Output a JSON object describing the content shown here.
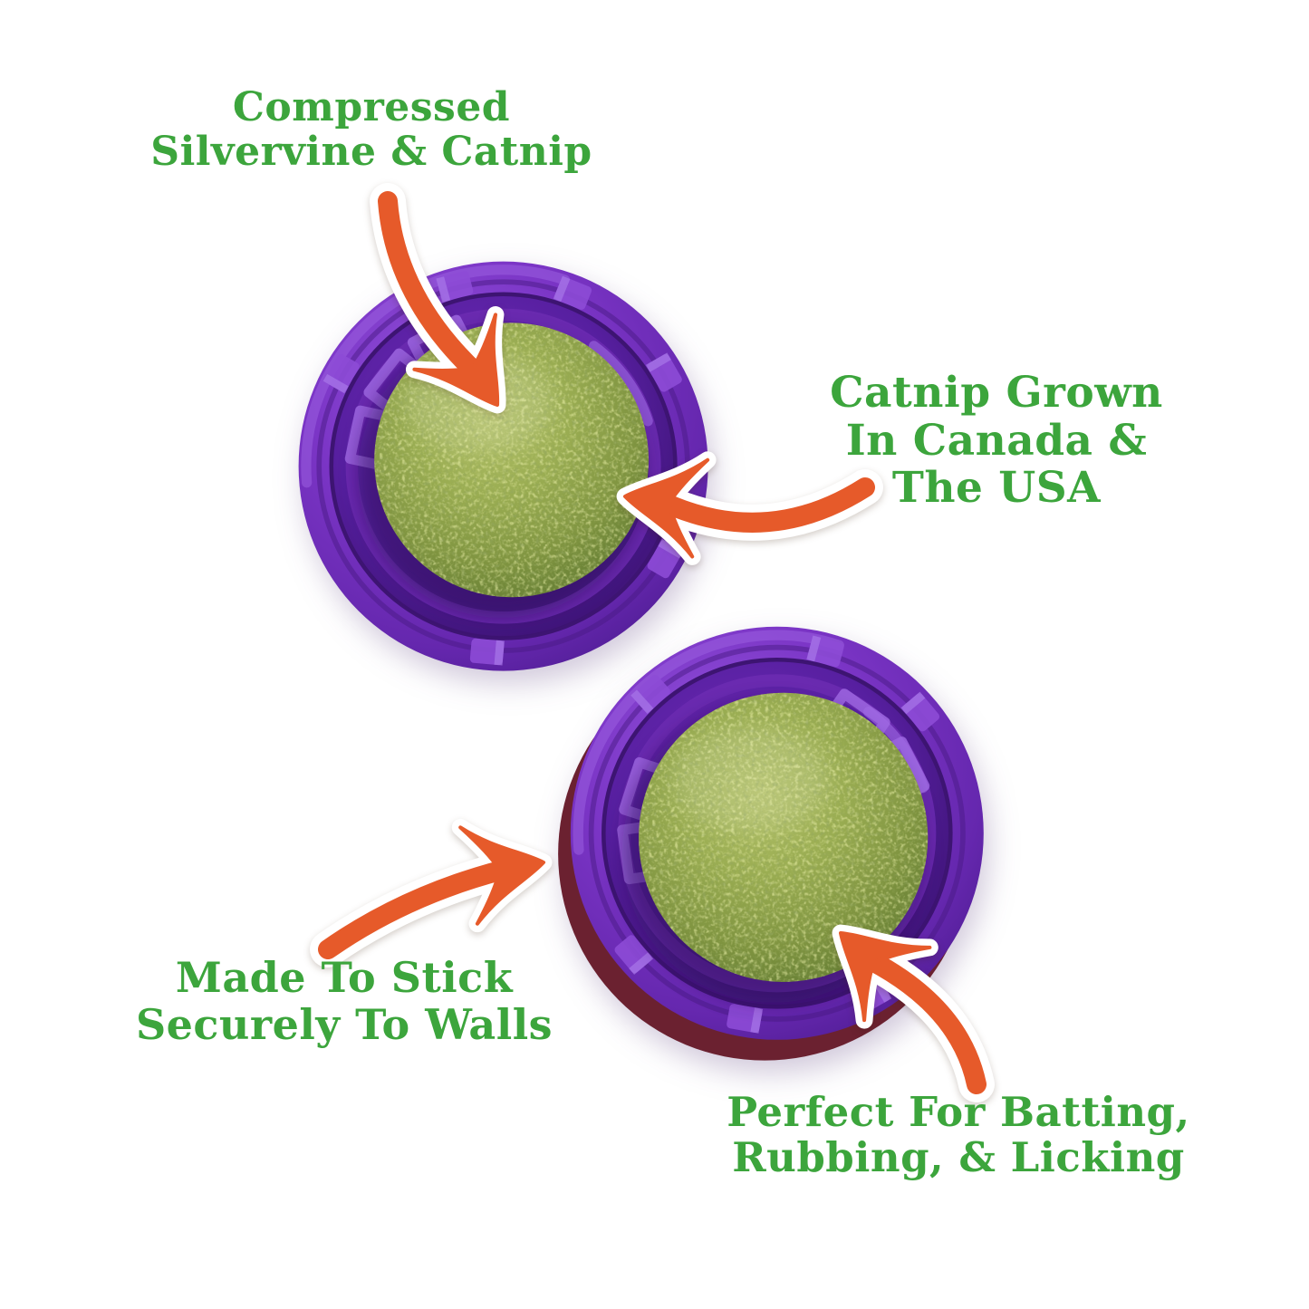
{
  "callouts": {
    "compressed": {
      "line1": "Compressed",
      "line2": "Silvervine & Catnip"
    },
    "grown": {
      "line1": "Catnip Grown",
      "line2": "In Canada &",
      "line3": "The USA"
    },
    "stick": {
      "line1": "Made To Stick",
      "line2": "Securely To Walls"
    },
    "perfect": {
      "line1": "Perfect For Batting,",
      "line2": "Rubbing, & Licking"
    }
  },
  "figures": {
    "product_photo": "catnip ball in purple wall mount",
    "count": 2
  },
  "icons": {
    "arrow_style": "curved-orange-arrow-with-white-outline",
    "arrows": [
      "arrow-top-icon",
      "arrow-right-icon",
      "arrow-left-icon",
      "arrow-bottom-right-icon"
    ]
  },
  "colors": {
    "text_green": "#3ca53c",
    "arrow_orange": "#e65a2a",
    "arrow_outline": "#ffffff",
    "holder_purple": "#7b33c4",
    "holder_purple_bright": "#8b46d2",
    "holder_purple_dark": "#47177f",
    "ball_green": "#94a44a",
    "adhesive_maroon": "#6b2130",
    "background": "#ffffff"
  }
}
